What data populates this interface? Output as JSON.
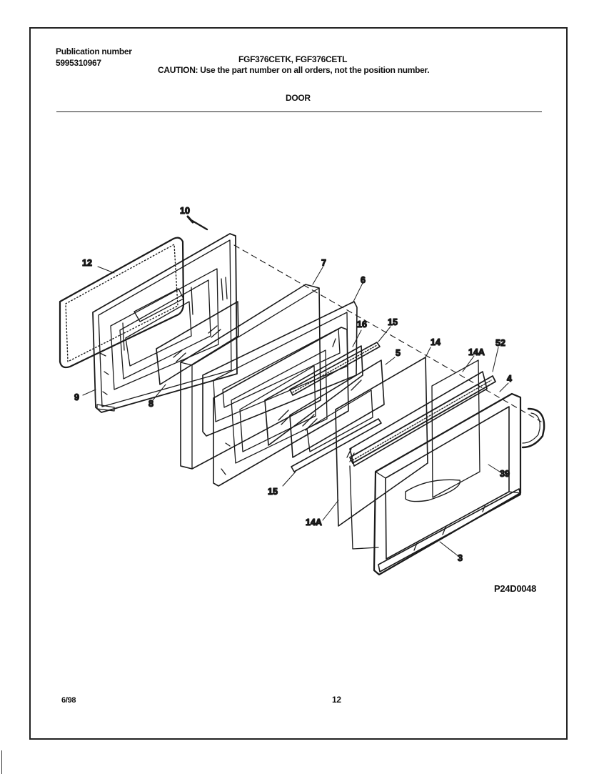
{
  "header": {
    "publication_label": "Publication number",
    "publication_number": "5995310967",
    "model_numbers": "FGF376CETK, FGF376CETL",
    "caution": "CAUTION:  Use the part number on all orders, not the position number.",
    "section_title": "DOOR"
  },
  "diagram": {
    "callouts": {
      "p10": "10",
      "p12": "12",
      "p9": "9",
      "p8": "8",
      "p7": "7",
      "p6": "6",
      "p16": "16",
      "p15_top": "15",
      "p5": "5",
      "p14": "14",
      "p14a_top": "14A",
      "p52": "52",
      "p4": "4",
      "p39": "39",
      "p15_bottom": "15",
      "p14a_bottom": "14A",
      "p3": "3"
    },
    "figure_code": "P24D0048"
  },
  "footer": {
    "date": "6/98",
    "page_number": "12"
  }
}
